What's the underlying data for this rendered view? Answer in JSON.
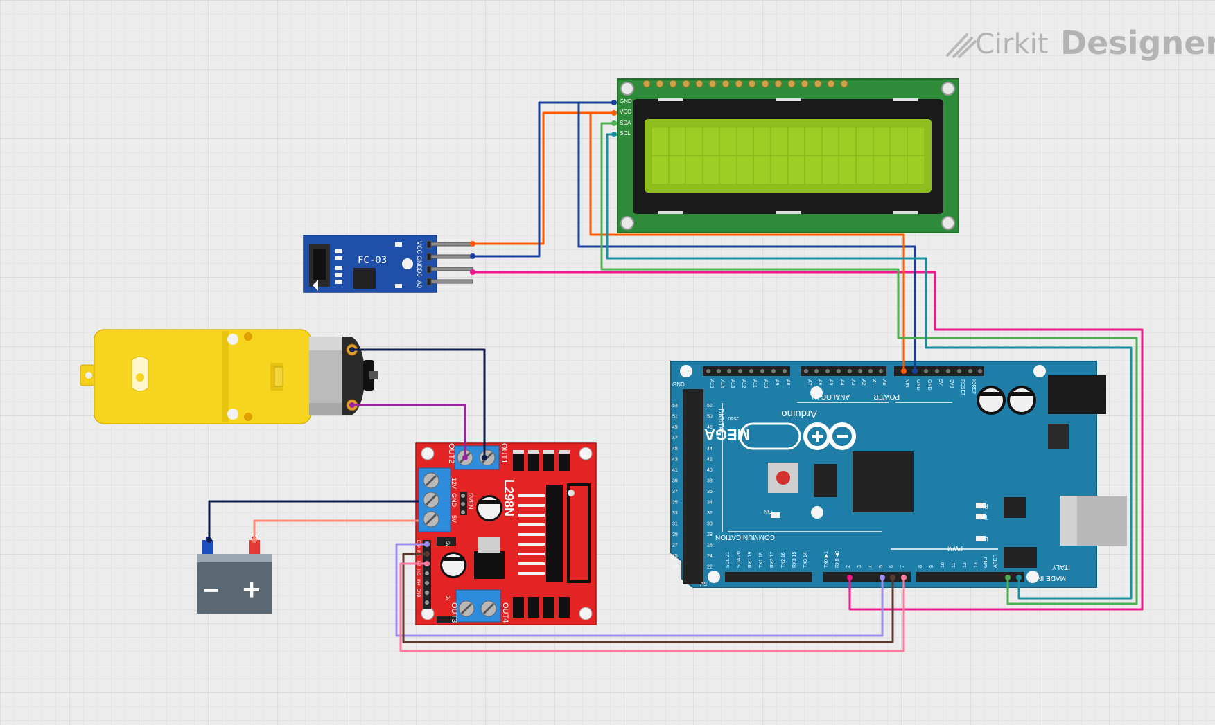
{
  "brand": {
    "name_light": "Cirkit",
    "name_bold": "Designer"
  },
  "lcd": {
    "pins": [
      "GND",
      "VCC",
      "SDA",
      "SCL"
    ]
  },
  "sensor": {
    "model": "FC-03",
    "pins": [
      "VCC",
      "GND",
      "D0",
      "A0"
    ]
  },
  "driver": {
    "model": "L298N",
    "out2": "OUT2",
    "out1": "OUT1",
    "out3": "OUT3",
    "out4": "OUT4",
    "power_terms": [
      "12V",
      "GND",
      "5V"
    ],
    "en_jumper": "5VEN",
    "ctrl_pins": [
      "ENA",
      "IN1",
      "IN2",
      "IN3",
      "IN4",
      "ENB"
    ],
    "ctrl_5v": "5V"
  },
  "battery": {
    "minus": "−",
    "plus": "+"
  },
  "arduino": {
    "brand": "Arduino",
    "model": "MEGA",
    "model_num": "2560",
    "power_header": [
      "VIN",
      "GND",
      "GND",
      "5V",
      "3V3",
      "RESET",
      "IOREF"
    ],
    "analog_header": [
      "A0",
      "A1",
      "A2",
      "A3",
      "A4",
      "A5",
      "A6",
      "A7"
    ],
    "analog_header2": [
      "A8",
      "A9",
      "A10",
      "A11",
      "A12",
      "A13",
      "A14",
      "A15"
    ],
    "analog_label": "ANALOG IN",
    "power_label": "POWER",
    "digital_label": "DIGITAL",
    "comm_label": "COMMUNICATION",
    "pwm_label": "PWM",
    "comm_pins": [
      "SCL 21",
      "SDA 20",
      "RX1 19",
      "TX1 18",
      "RX2 17",
      "TX2 16",
      "RX3 15",
      "TX3 14"
    ],
    "pwm_pins": [
      "TX0 ▶1",
      "RX0 ◀0",
      "2",
      "3",
      "4",
      "5",
      "6",
      "7"
    ],
    "pwm_pins2": [
      "8",
      "9",
      "10",
      "11",
      "12",
      "13",
      "GND",
      "AREF"
    ],
    "digital_left": [
      "53",
      "51",
      "49",
      "47",
      "45",
      "43",
      "41",
      "39",
      "37",
      "35",
      "33",
      "31",
      "29",
      "27",
      "25",
      "23"
    ],
    "digital_right": [
      "52",
      "50",
      "48",
      "46",
      "44",
      "42",
      "40",
      "38",
      "36",
      "34",
      "32",
      "30",
      "28",
      "26",
      "24",
      "22"
    ],
    "gnd_label": "GND",
    "fivev_label": "5V",
    "on_label": "ON",
    "rx_label": "RX",
    "tx_label": "TX",
    "l_label": "L",
    "made_in": "MADE IN",
    "italy": "ITALY"
  },
  "colors": {
    "wire_red": "#ff5a00",
    "wire_blue": "#1a3f9e",
    "wire_green": "#4caf50",
    "wire_teal": "#1a8fa0",
    "wire_magenta": "#ee1a8c",
    "wire_navy": "#0d1b4a",
    "wire_purple": "#9b22a0",
    "wire_salmon": "#ff8a78",
    "wire_lavender": "#a08cf0",
    "wire_brown": "#5a3a2e",
    "wire_pink": "#ff7aa0"
  }
}
